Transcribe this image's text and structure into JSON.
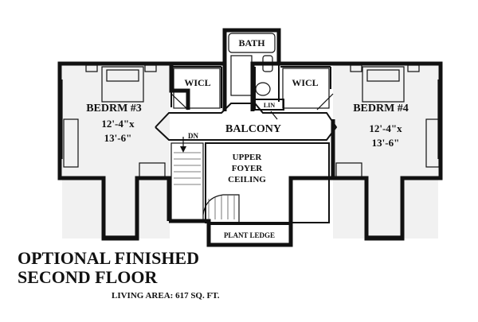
{
  "rooms": {
    "bath": "BATH",
    "wicl_left": "WICL",
    "wicl_right": "WICL",
    "lin": "LIN",
    "bedroom3": {
      "name": "BEDRM #3",
      "dim1": "12'-4\"x",
      "dim2": "13'-6\""
    },
    "bedroom4": {
      "name": "BEDRM #4",
      "dim1": "12'-4\"x",
      "dim2": "13'-6\""
    },
    "balcony": "BALCONY",
    "foyer": [
      "UPPER",
      "FOYER",
      "CEILING"
    ],
    "plant_ledge": "PLANT LEDGE",
    "stair_dn": "DN"
  },
  "caption": {
    "title_line1": "OPTIONAL FINISHED",
    "title_line2": "SECOND FLOOR",
    "living_area": "LIVING AREA: 617 SQ. FT."
  }
}
